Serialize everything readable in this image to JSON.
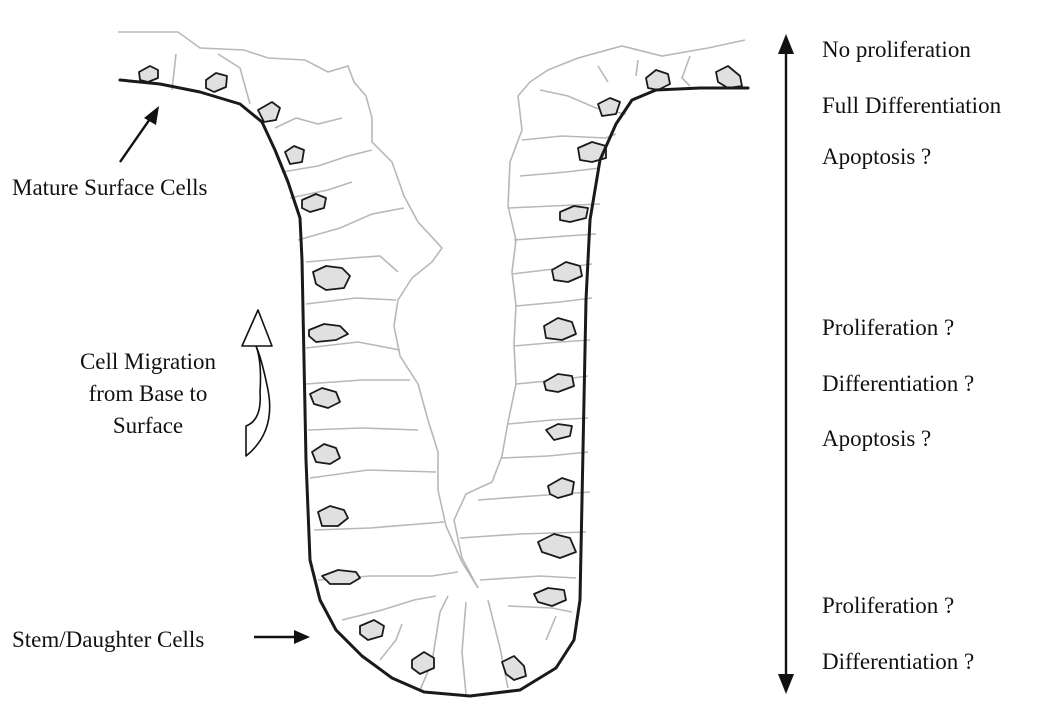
{
  "colors": {
    "ink": "#111111",
    "outline": "#1a1a1a",
    "cell_borders": "#b8b8b8",
    "nuclei_fill": "#e0e0e0",
    "background": "#ffffff"
  },
  "labels": {
    "mature_surface_cells": "Mature Surface Cells",
    "cell_migration": "Cell Migration",
    "from_base_to": "from Base to",
    "surface": "Surface",
    "stem_daughter_cells": "Stem/Daughter Cells"
  },
  "scale": {
    "top": {
      "no_proliferation": "No proliferation",
      "full_differentiation": "Full Differentiation",
      "apoptosis": "Apoptosis ?"
    },
    "middle": {
      "proliferation": "Proliferation  ?",
      "differentiation": "Differentiation  ?",
      "apoptosis": "Apoptosis ?"
    },
    "bottom": {
      "proliferation": "Proliferation ?",
      "differentiation": "Differentiation ?"
    }
  },
  "icons": {
    "double_arrow": "vertical-double-arrow-icon",
    "curved_arrow": "curved-migration-arrow-icon",
    "pointer_arrows": "pointer-arrow-icon"
  }
}
